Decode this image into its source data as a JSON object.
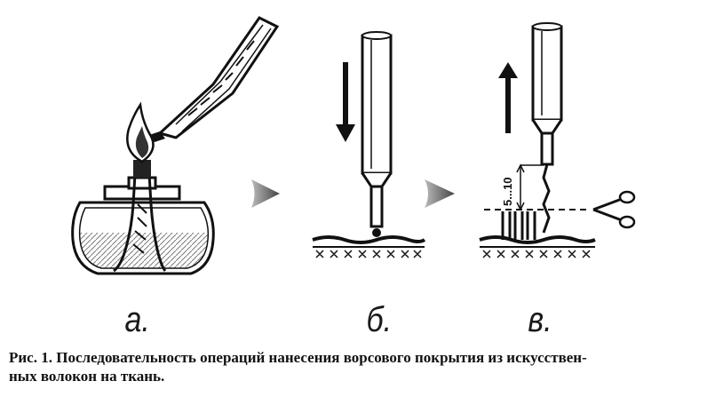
{
  "figure": {
    "panels": [
      {
        "label": "а."
      },
      {
        "label": "б."
      },
      {
        "label": "в."
      }
    ],
    "dimension_label": "5...10",
    "caption_line1": "Рис. 1. Последовательность операций нанесения ворсового покрытия из искусствен-",
    "caption_line2": "ных волокон на ткань."
  }
}
